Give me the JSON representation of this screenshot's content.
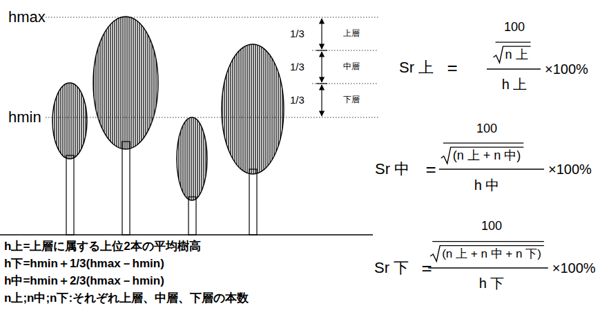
{
  "diagram": {
    "labels": [
      "hmax",
      "hmin",
      "1/3",
      "上層",
      "1/3",
      "中層",
      "1/3",
      "下層",
      "Sr 上",
      "=",
      "100",
      "n 上",
      "h 上",
      "×100%",
      "Sr 中",
      "=",
      "100",
      "(n 上 + n 中)",
      "h 中",
      "×100%",
      "Sr 下",
      "=",
      "100",
      "(n 上 + n 中 + n 下)",
      "h 下",
      "×100%",
      "h上=上層に属する上位2本の平均樹高",
      "h下=hmin＋1/3(hmax－hmin)",
      "h中=hmin＋2/3(hmax－hmin)",
      "n上;n中;n下:それぞれ上層、中層、下層の本数"
    ]
  }
}
